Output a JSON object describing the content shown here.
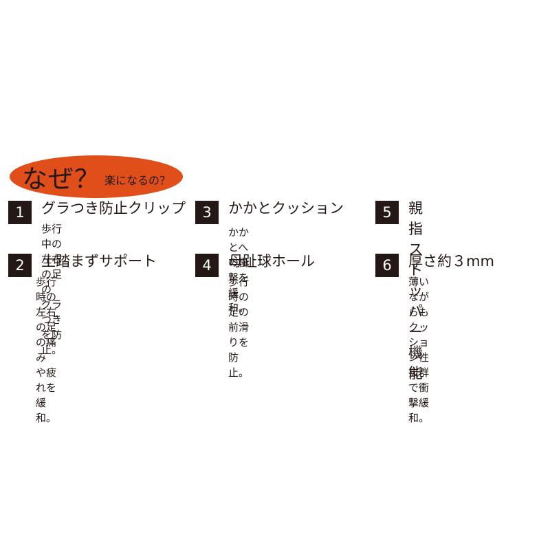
{
  "badge": {
    "main": "なぜ？",
    "sub": "楽になるの？"
  },
  "features": [
    {
      "number": "1",
      "title": "グラつき防止クリップ",
      "desc": "歩行中の左右の足の\nグラつきを防止。"
    },
    {
      "number": "2",
      "title": "土踏まずサポート",
      "desc": "歩行時の左右の足の痛み\nや疲れを緩和。"
    },
    {
      "number": "3",
      "title": "かかとクッション",
      "desc": "かかとへの衝撃を緩和。"
    },
    {
      "number": "4",
      "title": "母趾球ホール",
      "desc": "歩行時の足の前滑りを\n防止。"
    },
    {
      "number": "5",
      "title": "親指ストッパー\n機能",
      "desc": ""
    },
    {
      "number": "6",
      "title": "厚さ約３mm",
      "desc": "薄いながらもクッション性\n抜群で衝撃緩和。"
    }
  ],
  "colors": {
    "accent": "#e04e1a",
    "number_box": "#231815",
    "text": "#231815"
  }
}
